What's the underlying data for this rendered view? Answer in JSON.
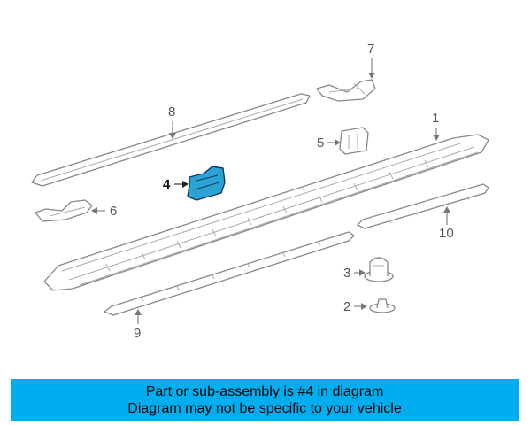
{
  "callouts": {
    "c1": "1",
    "c2": "2",
    "c3": "3",
    "c4": "4",
    "c5": "5",
    "c6": "6",
    "c7": "7",
    "c8": "8",
    "c9": "9",
    "c10": "10"
  },
  "highlight_color": "#2ba3d6",
  "banner": {
    "bg_color": "#00aeef",
    "line1": "Part or sub-assembly is #4 in diagram",
    "line2": "Diagram may not be specific to your vehicle"
  }
}
